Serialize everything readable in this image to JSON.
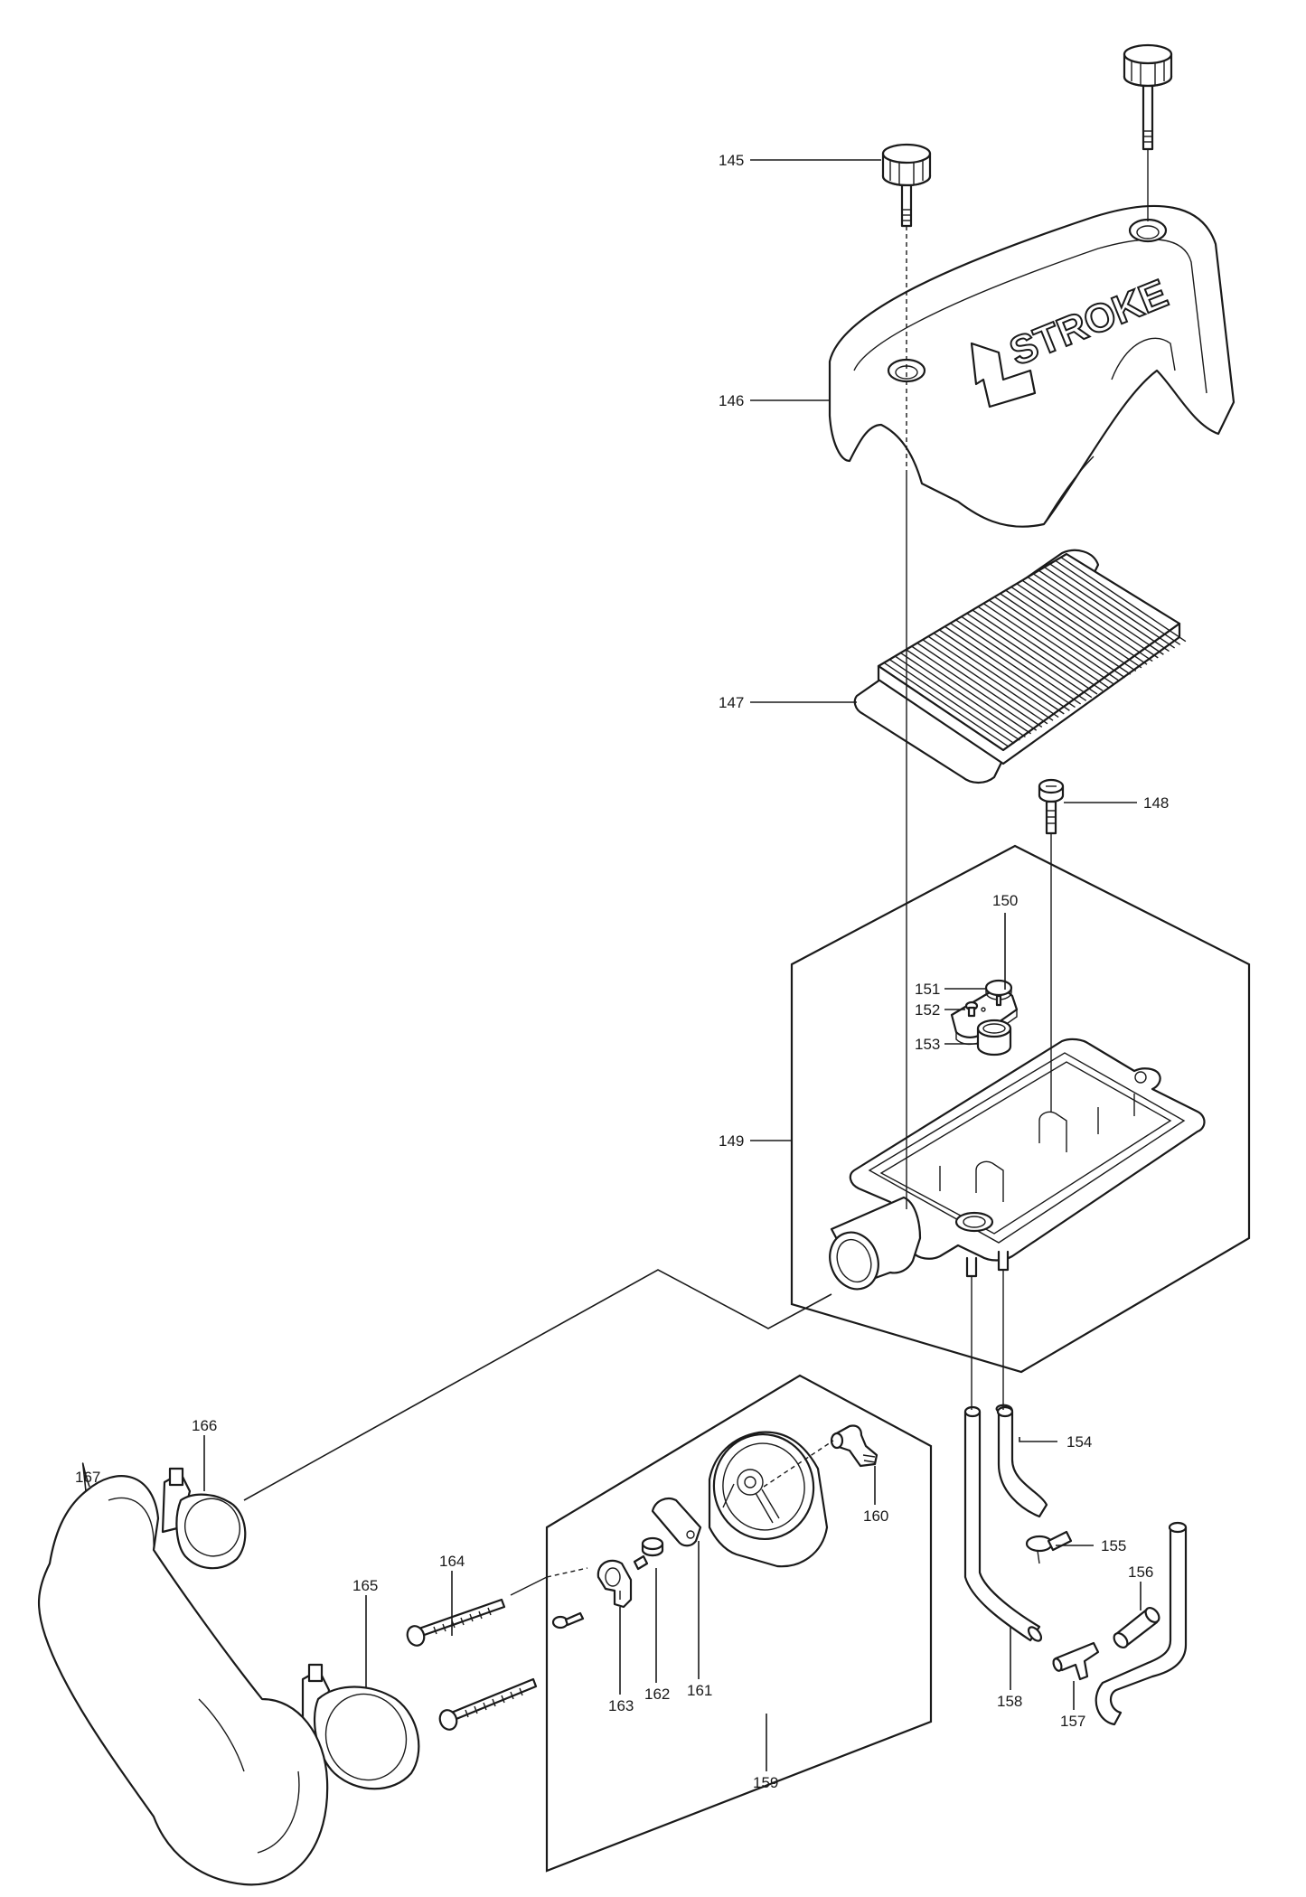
{
  "brand_text": "STROKE",
  "brand_digit": "4",
  "callouts": [
    {
      "id": "145",
      "label": "145"
    },
    {
      "id": "146",
      "label": "146"
    },
    {
      "id": "147",
      "label": "147"
    },
    {
      "id": "148",
      "label": "148"
    },
    {
      "id": "149",
      "label": "149"
    },
    {
      "id": "150",
      "label": "150"
    },
    {
      "id": "151",
      "label": "151"
    },
    {
      "id": "152",
      "label": "152"
    },
    {
      "id": "153",
      "label": "153"
    },
    {
      "id": "154",
      "label": "154"
    },
    {
      "id": "155",
      "label": "155"
    },
    {
      "id": "156",
      "label": "156"
    },
    {
      "id": "157",
      "label": "157"
    },
    {
      "id": "158",
      "label": "158"
    },
    {
      "id": "159",
      "label": "159"
    },
    {
      "id": "160",
      "label": "160"
    },
    {
      "id": "161",
      "label": "161"
    },
    {
      "id": "162",
      "label": "162"
    },
    {
      "id": "163",
      "label": "163"
    },
    {
      "id": "164",
      "label": "164"
    },
    {
      "id": "165",
      "label": "165"
    },
    {
      "id": "166",
      "label": "166"
    },
    {
      "id": "167",
      "label": "167"
    }
  ]
}
